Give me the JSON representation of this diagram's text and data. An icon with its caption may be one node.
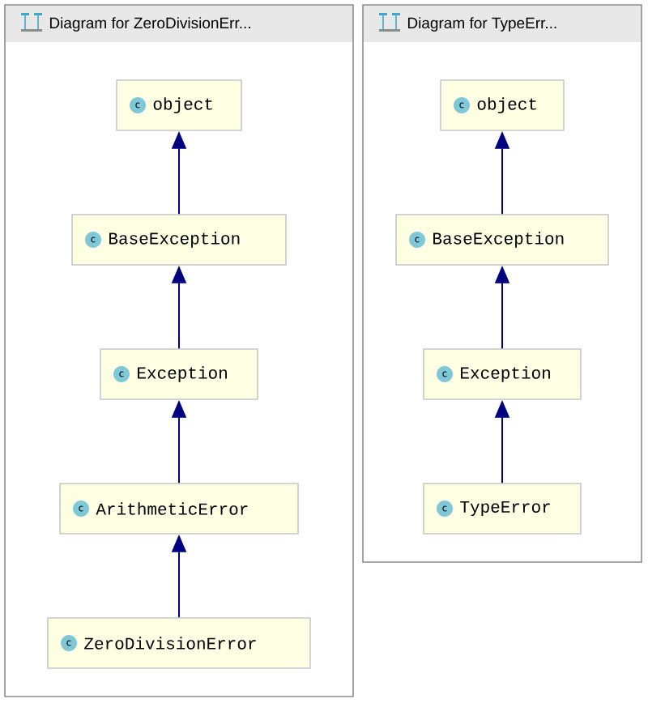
{
  "diagram": {
    "nodes": [
      {
        "text": [
          "Diagram for ZeroDivisionErr..."
        ]
      },
      {
        "text": [
          "c",
          "object"
        ],
        "in": 0
      },
      {
        "text": [
          "c",
          "BaseException"
        ],
        "in": 0
      },
      {
        "text": [
          "c",
          "Exception"
        ],
        "in": 0
      },
      {
        "text": [
          "c",
          "ArithmeticError"
        ],
        "in": 0
      },
      {
        "text": [
          "c",
          "ZeroDivisionError"
        ],
        "in": 0
      },
      {
        "text": [
          "Diagram for TypeErr..."
        ]
      },
      {
        "text": [
          "c",
          "object"
        ],
        "in": 6
      },
      {
        "text": [
          "c",
          "BaseException"
        ],
        "in": 6
      },
      {
        "text": [
          "c",
          "Exception"
        ],
        "in": 6
      },
      {
        "text": [
          "c",
          "TypeError"
        ],
        "in": 6
      }
    ],
    "edges": [
      {
        "from": 2,
        "to": 1,
        "arrow": "to"
      },
      {
        "from": 3,
        "to": 2,
        "arrow": "to"
      },
      {
        "from": 4,
        "to": 3,
        "arrow": "to"
      },
      {
        "from": 5,
        "to": 4,
        "arrow": "to"
      },
      {
        "from": 8,
        "to": 7,
        "arrow": "to"
      },
      {
        "from": 9,
        "to": 8,
        "arrow": "to"
      },
      {
        "from": 10,
        "to": 9,
        "arrow": "to"
      }
    ]
  }
}
